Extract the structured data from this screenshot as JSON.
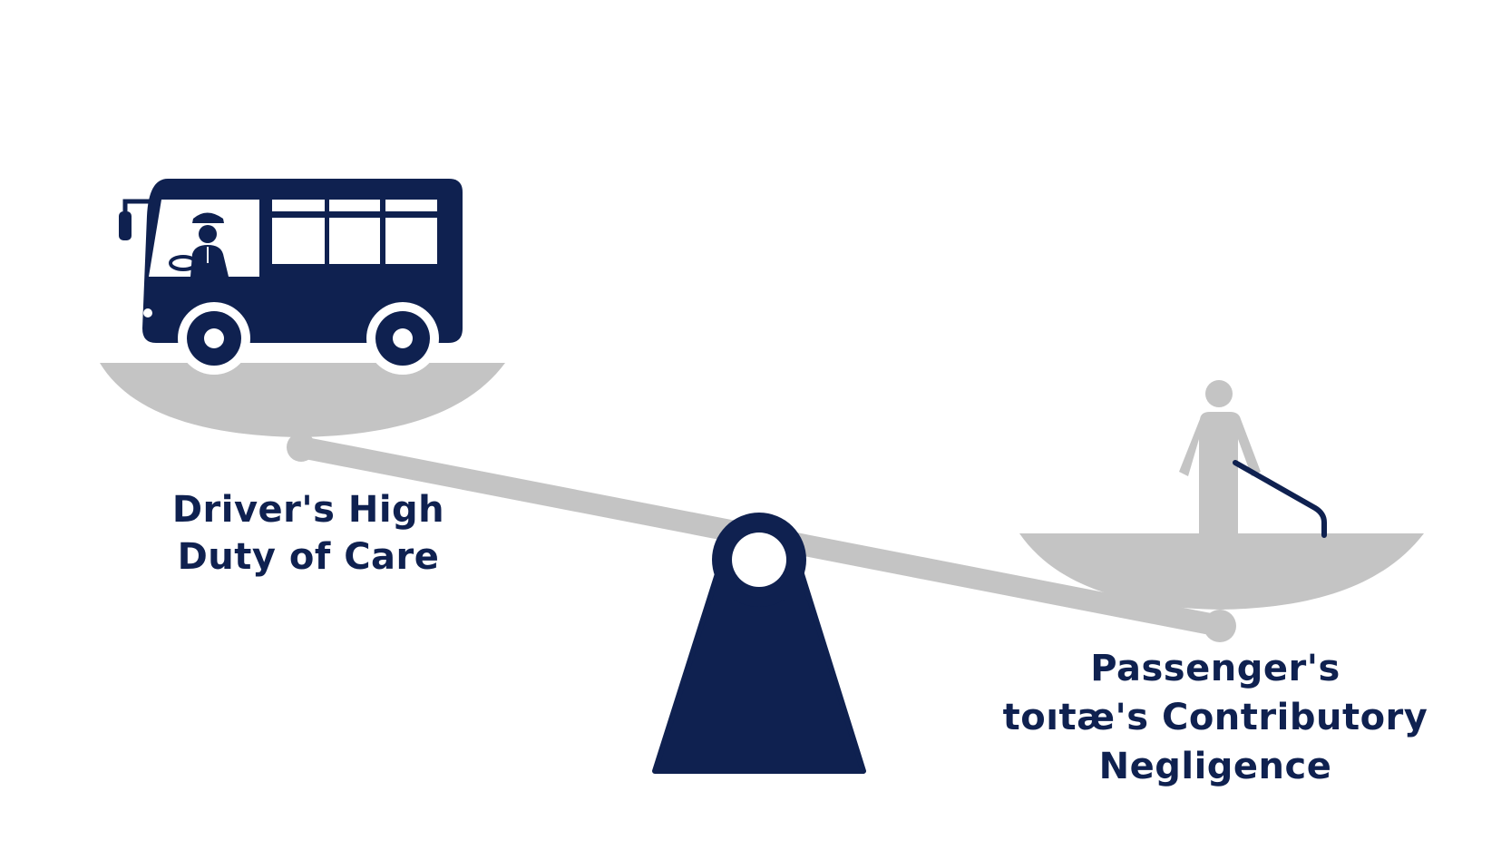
{
  "diagram": {
    "left_label": {
      "line1": "Driver's High",
      "line2": "Duty of Care"
    },
    "right_label": {
      "line1": "Passenger's",
      "line2": "toıtæ's Contributory",
      "line3": "Negligence"
    },
    "icons": {
      "left_pan_object": "bus-icon",
      "driver": "driver-icon",
      "right_pan_object": "person-with-cane-icon",
      "fulcrum": "scale-fulcrum-icon"
    },
    "balance_state": "tilted-left-down",
    "colors": {
      "navy": "#0f2150",
      "gray": "#c4c4c4",
      "background": "#ffffff"
    }
  }
}
